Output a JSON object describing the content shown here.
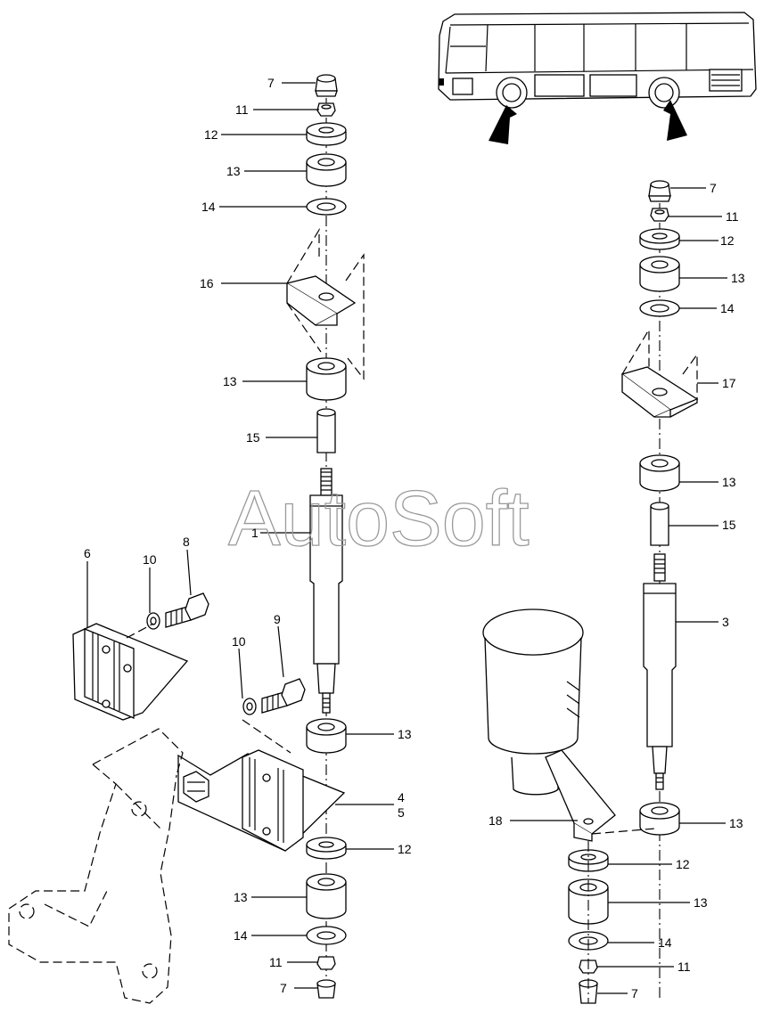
{
  "watermark": "AutoSoft",
  "left_assembly_labels": {
    "l7_top": "7",
    "l11_top": "11",
    "l12_top": "12",
    "l13_a": "13",
    "l14_top": "14",
    "l16": "16",
    "l13_b": "13",
    "l15": "15",
    "l1": "1",
    "l6": "6",
    "l10_a": "10",
    "l8": "8",
    "l10_b": "10",
    "l9": "9",
    "l13_c": "13",
    "l4": "4",
    "l5": "5",
    "l12_bot": "12",
    "l13_d": "13",
    "l14_bot": "14",
    "l11_bot": "11",
    "l7_bot": "7"
  },
  "right_assembly_labels": {
    "r7_top": "7",
    "r11_top": "11",
    "r12_top": "12",
    "r13_a": "13",
    "r14_top": "14",
    "r17": "17",
    "r13_b": "13",
    "r15": "15",
    "r3": "3",
    "r13_c": "13",
    "r18": "18",
    "r12_bot": "12",
    "r13_d": "13",
    "r14_bot": "14",
    "r11_bot": "11",
    "r7_bot": "7"
  }
}
